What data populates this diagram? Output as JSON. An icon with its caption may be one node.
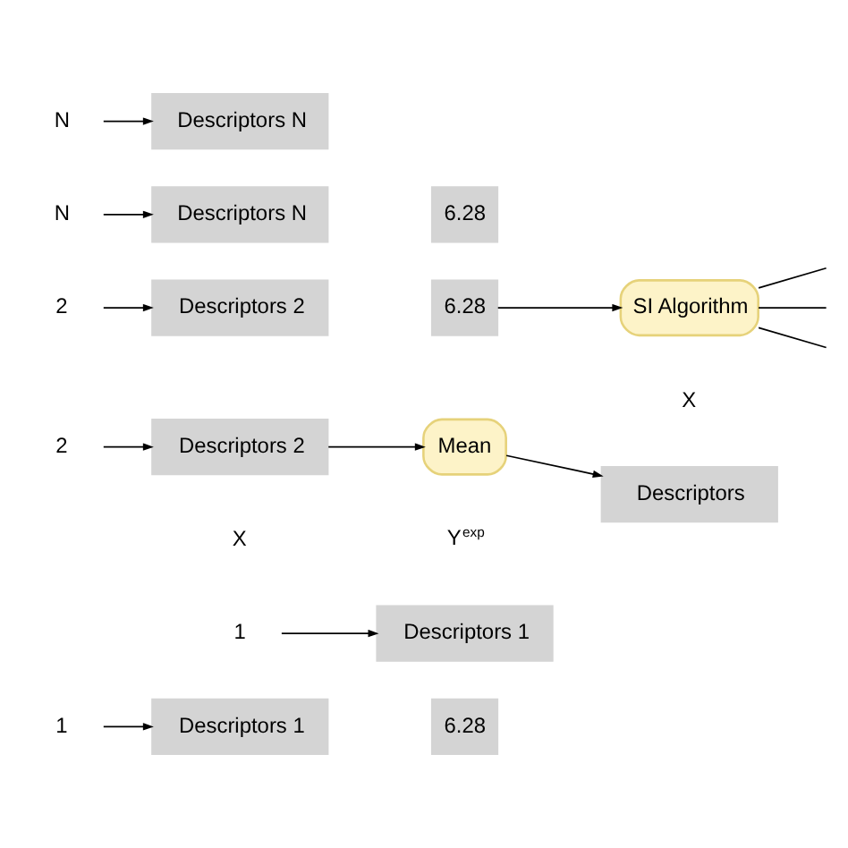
{
  "diagram": {
    "nodes": [
      {
        "text": [
          "1"
        ]
      },
      {
        "text": [
          "Descriptors 1"
        ]
      },
      {
        "text": [
          "6.28"
        ]
      },
      {
        "text": [
          "2"
        ]
      },
      {
        "text": [
          "Descriptors 2"
        ]
      },
      {
        "text": [
          "6.28"
        ]
      },
      {
        "text": [
          "SI Algorithm"
        ]
      },
      {
        "text": [
          "N"
        ]
      },
      {
        "text": [
          "Descriptors N"
        ]
      },
      {
        "text": [
          "6.28"
        ]
      },
      {
        "text": [
          "1"
        ]
      },
      {
        "text": [
          "Descriptors 1"
        ]
      },
      {
        "text": [
          "2"
        ]
      },
      {
        "text": [
          "Descriptors 2"
        ]
      },
      {
        "text": [
          "Mean"
        ]
      },
      {
        "text": [
          "Descriptors"
        ]
      },
      {
        "text": [
          "N"
        ]
      },
      {
        "text": [
          "Descriptors N"
        ]
      }
    ],
    "edges": [
      {
        "from": 0,
        "to": 1,
        "arrow": "to"
      },
      {
        "from": 3,
        "to": 4,
        "arrow": "to"
      },
      {
        "from": 7,
        "to": 8,
        "arrow": "to"
      },
      {
        "from": 5,
        "to": 6,
        "arrow": "to"
      },
      {
        "from": 6,
        "to": null,
        "arrow": "none"
      },
      {
        "from": 6,
        "to": null,
        "arrow": "none"
      },
      {
        "from": 6,
        "to": null,
        "arrow": "none"
      },
      {
        "from": 10,
        "to": 11,
        "arrow": "to"
      },
      {
        "from": 12,
        "to": 13,
        "arrow": "to"
      },
      {
        "from": 16,
        "to": 17,
        "arrow": "to"
      },
      {
        "from": 13,
        "to": 14,
        "arrow": "to"
      },
      {
        "from": 14,
        "to": 15,
        "arrow": "to"
      }
    ],
    "labels": [
      "X",
      "Y$^{exp}$",
      "X"
    ]
  }
}
